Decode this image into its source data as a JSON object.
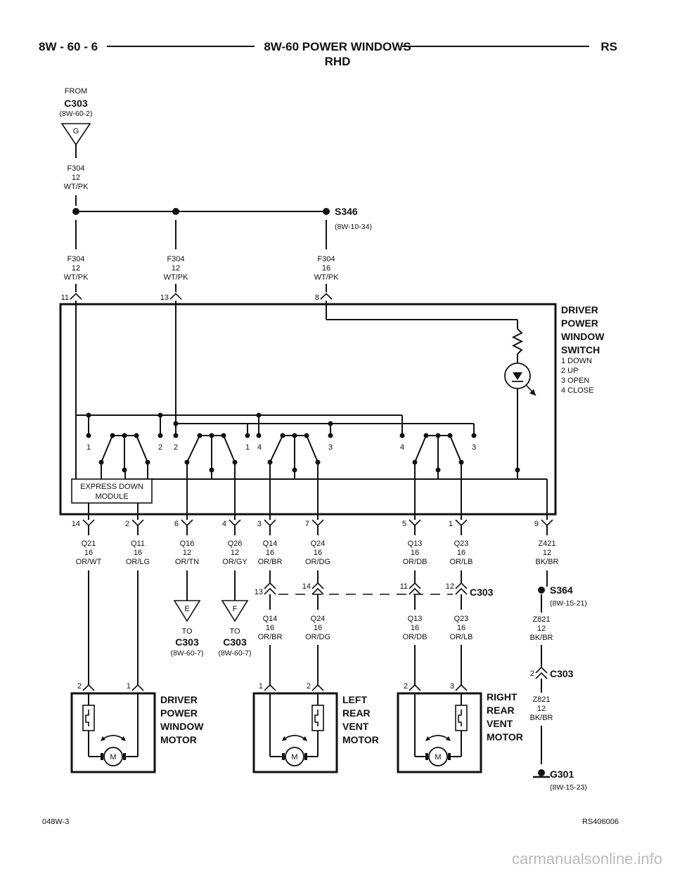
{
  "header": {
    "left": "8W - 60 - 6",
    "title": "8W-60 POWER WINDOWS",
    "subtitle": "RHD",
    "right": "RS"
  },
  "source": {
    "from": "FROM",
    "connector": "C303",
    "ref": "(8W-60-2)",
    "pin": "G",
    "wire": {
      "circuit": "F304",
      "gauge": "12",
      "color": "WT/PK"
    }
  },
  "splice_s346": {
    "name": "S346",
    "ref": "(8W-10-34)"
  },
  "inputs": [
    {
      "circuit": "F304",
      "gauge": "12",
      "color": "WT/PK",
      "pin": "11"
    },
    {
      "circuit": "F304",
      "gauge": "12",
      "color": "WT/PK",
      "pin": "13"
    },
    {
      "circuit": "F304",
      "gauge": "16",
      "color": "WT/PK",
      "pin": "8"
    }
  ],
  "switch": {
    "name_lines": [
      "DRIVER",
      "POWER",
      "WINDOW",
      "SWITCH"
    ],
    "legend": [
      "1 DOWN",
      "2 UP",
      "3 OPEN",
      "4 CLOSE"
    ],
    "express_module": [
      "EXPRESS DOWN",
      "MODULE"
    ],
    "contact_labels": [
      "1",
      "2",
      "2",
      "1",
      "4",
      "3",
      "4",
      "3"
    ]
  },
  "outputs": [
    {
      "pin": "14",
      "circuit": "Q21",
      "gauge": "16",
      "color": "OR/WT"
    },
    {
      "pin": "2",
      "circuit": "Q11",
      "gauge": "16",
      "color": "OR/LG"
    },
    {
      "pin": "6",
      "circuit": "Q16",
      "gauge": "12",
      "color": "OR/TN"
    },
    {
      "pin": "4",
      "circuit": "Q26",
      "gauge": "12",
      "color": "OR/GY"
    },
    {
      "pin": "3",
      "circuit": "Q14",
      "gauge": "16",
      "color": "OR/BR"
    },
    {
      "pin": "7",
      "circuit": "Q24",
      "gauge": "16",
      "color": "OR/DG"
    },
    {
      "pin": "5",
      "circuit": "Q13",
      "gauge": "16",
      "color": "OR/DB"
    },
    {
      "pin": "1",
      "circuit": "Q23",
      "gauge": "16",
      "color": "OR/LB"
    },
    {
      "pin": "9",
      "circuit": "Z421",
      "gauge": "12",
      "color": "BK/BR"
    }
  ],
  "to_connectors": [
    {
      "pin": "E",
      "to": "TO",
      "connector": "C303",
      "ref": "(8W-60-7)"
    },
    {
      "pin": "F",
      "to": "TO",
      "connector": "C303",
      "ref": "(8W-60-7)"
    }
  ],
  "c303_inline": {
    "name": "C303",
    "pins": [
      "13",
      "14",
      "11",
      "12"
    ]
  },
  "after_c303": [
    {
      "circuit": "Q14",
      "gauge": "16",
      "color": "OR/BR"
    },
    {
      "circuit": "Q24",
      "gauge": "16",
      "color": "OR/DG"
    },
    {
      "circuit": "Q13",
      "gauge": "16",
      "color": "OR/DB"
    },
    {
      "circuit": "Q23",
      "gauge": "16",
      "color": "OR/LB"
    }
  ],
  "ground_path": {
    "splice": {
      "name": "S364",
      "ref": "(8W-15-21)"
    },
    "wire1": {
      "circuit": "Z821",
      "gauge": "12",
      "color": "BK/BR"
    },
    "connector": {
      "pin": "2",
      "name": "C303"
    },
    "wire2": {
      "circuit": "Z821",
      "gauge": "12",
      "color": "BK/BR"
    },
    "ground": {
      "name": "G301",
      "ref": "(8W-15-23)"
    }
  },
  "motors": [
    {
      "name_lines": [
        "DRIVER",
        "POWER",
        "WINDOW",
        "MOTOR"
      ],
      "pins": [
        "2",
        "1"
      ],
      "symbol": "M"
    },
    {
      "name_lines": [
        "LEFT",
        "REAR",
        "VENT",
        "MOTOR"
      ],
      "pins": [
        "1",
        "2"
      ],
      "symbol": "M"
    },
    {
      "name_lines": [
        "RIGHT",
        "REAR",
        "VENT",
        "MOTOR"
      ],
      "pins": [
        "2",
        "3"
      ],
      "symbol": "M"
    }
  ],
  "footer": {
    "left": "048W-3",
    "right": "RS406006",
    "watermark": "carmanualsonline.info"
  }
}
